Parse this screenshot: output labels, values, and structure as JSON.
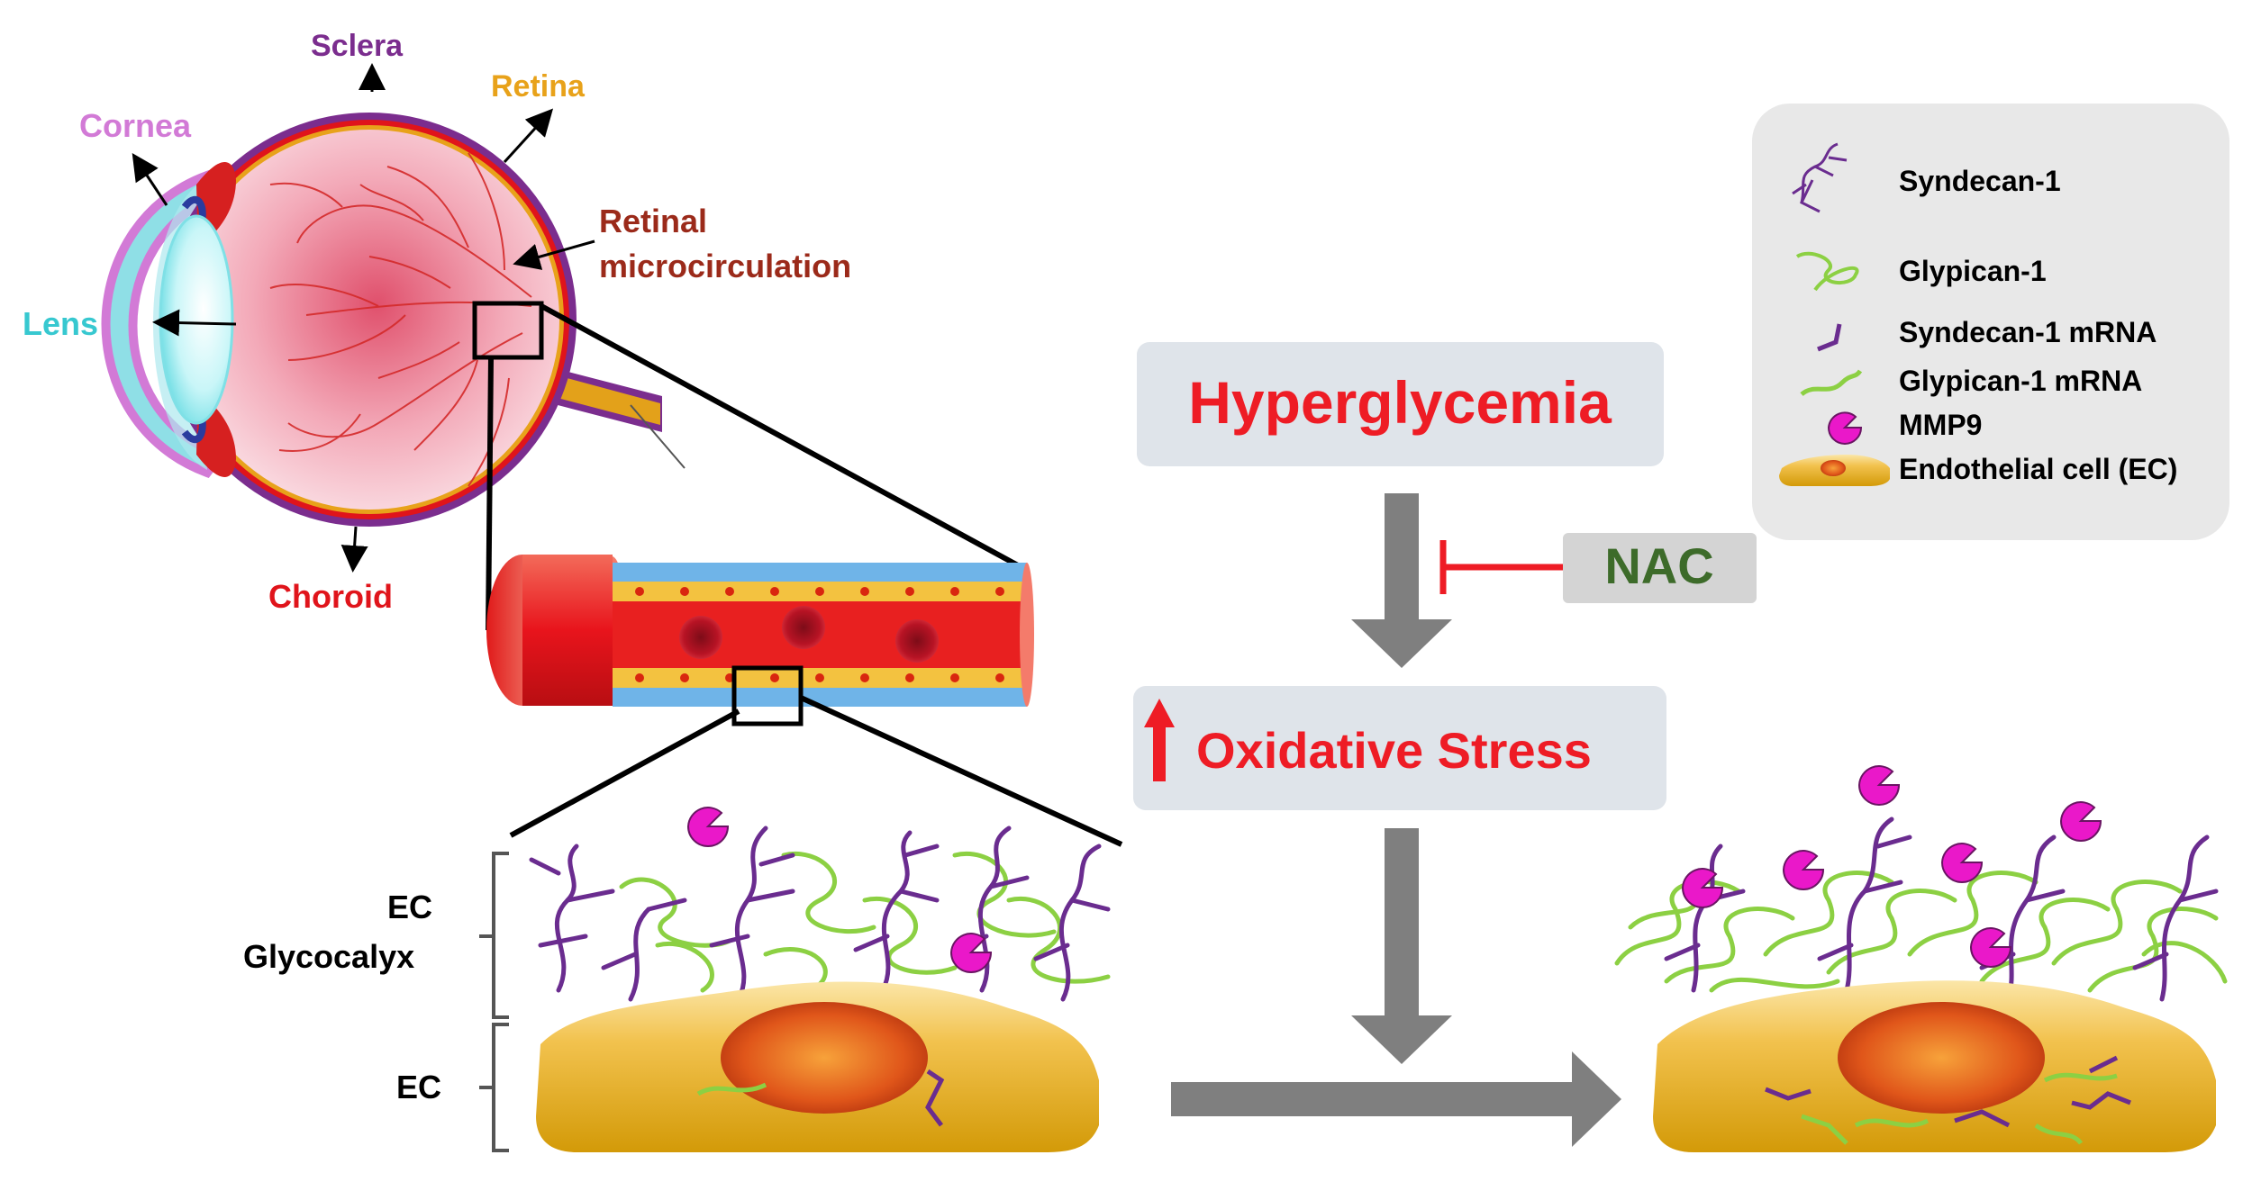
{
  "eye": {
    "sclera": "Sclera",
    "retina": "Retina",
    "cornea": "Cornea",
    "lens": "Lens",
    "retinal_micro_1": "Retinal",
    "retinal_micro_2": "microcirculation",
    "choroid": "Choroid"
  },
  "ec_labels": {
    "glycocalyx_1": "EC",
    "glycocalyx_2": "Glycocalyx",
    "ec": "EC"
  },
  "flow": {
    "hyperglycemia": "Hyperglycemia",
    "nac": "NAC",
    "oxidative_stress": "Oxidative Stress"
  },
  "legend": {
    "items": [
      {
        "label": "Syndecan-1",
        "icon": "syndecan-icon"
      },
      {
        "label": "Glypican-1",
        "icon": "glypican-icon"
      },
      {
        "label": "Syndecan-1 mRNA",
        "icon": "syndecan-mrna-icon"
      },
      {
        "label": "Glypican-1 mRNA",
        "icon": "glypican-mrna-icon"
      },
      {
        "label": "MMP9",
        "icon": "mmp9-icon"
      },
      {
        "label": "Endothelial cell (EC)",
        "icon": "endothelial-cell-icon"
      }
    ]
  },
  "colors": {
    "sclera": "#7b2d8e",
    "retina": "#e8a21a",
    "cornea": "#d27ad6",
    "lens": "#37c8d0",
    "retinal_micro": "#9b2a1a",
    "choroid": "#e0141b",
    "hyperglycemia": "#ee1c25",
    "nac": "#3d6b2a",
    "box": "#dfe4ea",
    "arrow": "#7f7f7f",
    "syndecan": "#6a2c8f",
    "glypican": "#8cd043",
    "mmp9": "#ea18c9",
    "cell": "#e2a80e"
  }
}
